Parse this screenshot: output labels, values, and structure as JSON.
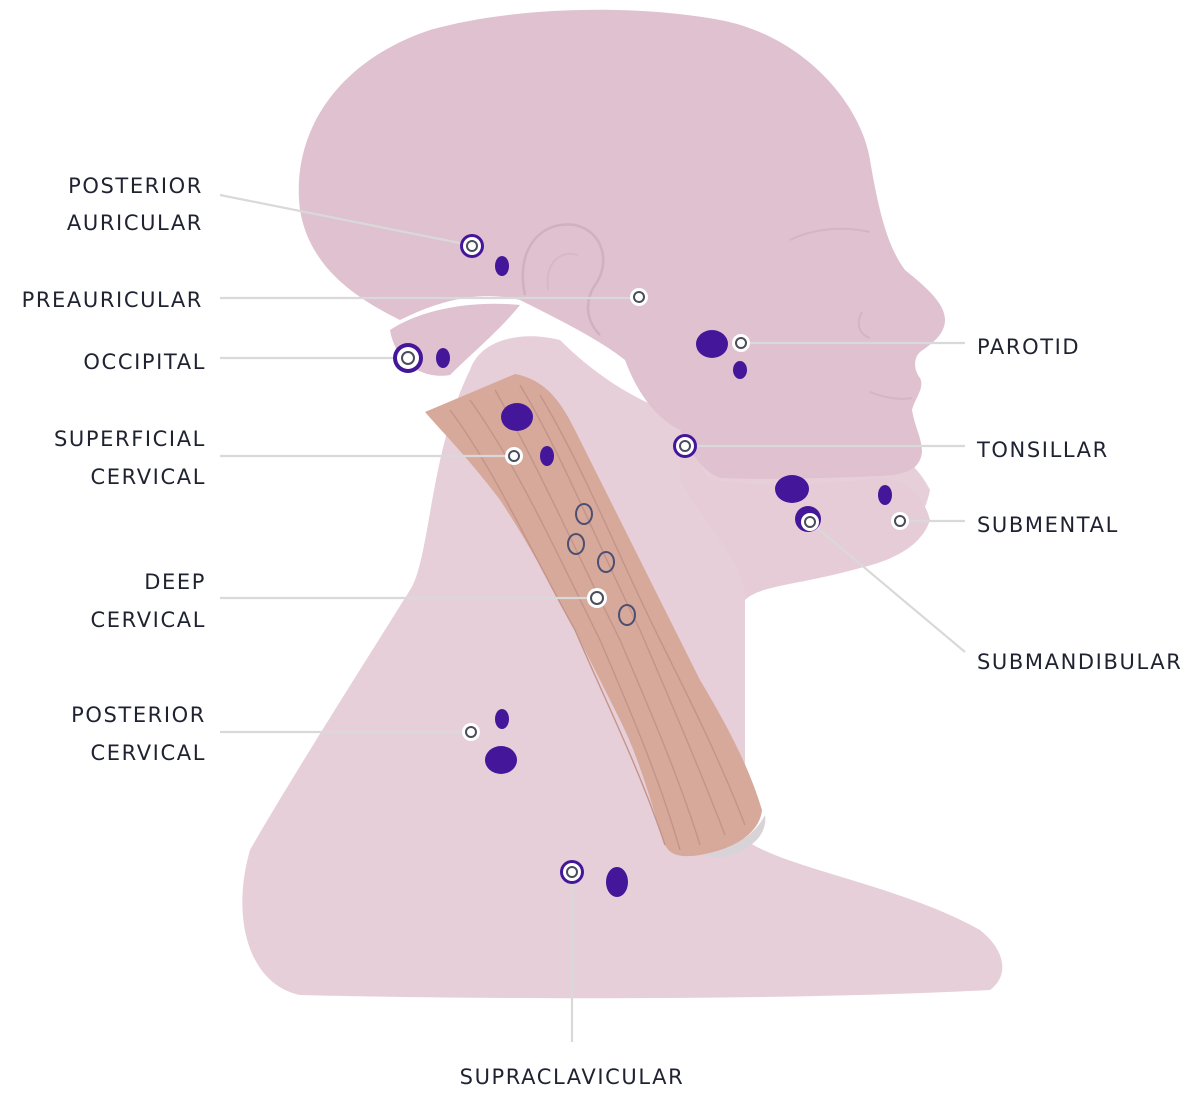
{
  "labels": {
    "posterior_auricular": [
      "POSTERIOR",
      "AURICULAR"
    ],
    "preauricular": "PREAURICULAR",
    "occipital": "OCCIPITAL",
    "superficial_cervical": [
      "SUPERFICIAL",
      "CERVICAL"
    ],
    "deep_cervical": [
      "DEEP",
      "CERVICAL"
    ],
    "posterior_cervical": [
      "POSTERIOR",
      "CERVICAL"
    ],
    "parotid": "PAROTID",
    "tonsillar": "TONSILLAR",
    "submental": "SUBMENTAL",
    "submandibular": "SUBMANDIBULAR",
    "supraclavicular": "SUPRACLAVICULAR"
  },
  "colors": {
    "head": "#dfc1cf",
    "face_lower": "#e6ccd7",
    "neck": "#e7cfd9",
    "muscle": "#d6a99b",
    "lymph_node": "#44169a",
    "leader_line": "#d9d9d9",
    "label_text": "#1f2230"
  },
  "icons": {
    "node_marker": "concentric-circle-marker",
    "lymph_node": "purple-oval"
  }
}
